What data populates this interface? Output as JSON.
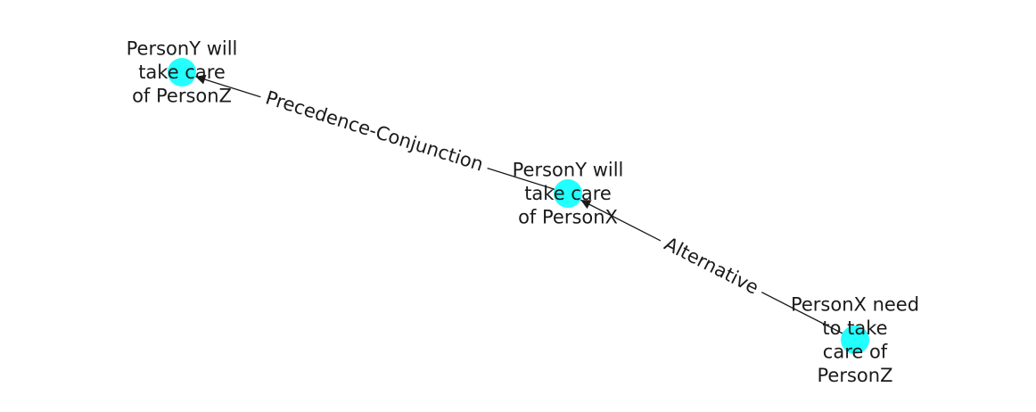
{
  "colors": {
    "node_fill": "#22ffff",
    "edge": "#1a1a1a",
    "label_text": "#1a1a1a",
    "label_background": "#ffffff"
  },
  "nodes": [
    {
      "id": "n_y_z",
      "lines": [
        "PersonY will",
        "take care",
        "of PersonZ"
      ]
    },
    {
      "id": "n_y_x",
      "lines": [
        "PersonY will",
        "take care",
        "of PersonX"
      ]
    },
    {
      "id": "n_x_z",
      "lines": [
        "PersonX need",
        "to take",
        "care of",
        "PersonZ"
      ]
    }
  ],
  "edges": [
    {
      "id": "e1",
      "from": "n_y_x",
      "to": "n_y_z",
      "label": "Precedence-Conjunction"
    },
    {
      "id": "e2",
      "from": "n_x_z",
      "to": "n_y_x",
      "label": "Alternative"
    }
  ]
}
